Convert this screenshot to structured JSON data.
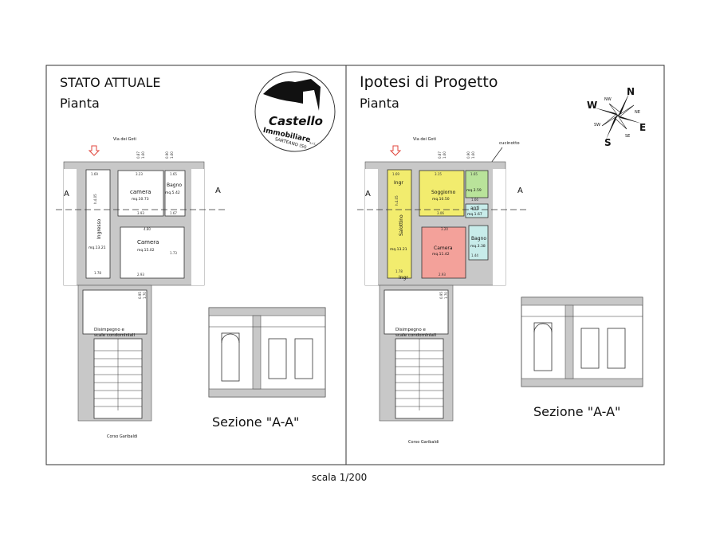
{
  "left_panel": {
    "title": "STATO ATTUALE",
    "subtitle": "Pianta",
    "street_top": "Via dei Goti",
    "street_bottom": "Corso Garibaldi",
    "section_marker": "A",
    "stair_label_1": "Disimpegno e",
    "stair_label_2": "scale condominiali",
    "section_title": "Sezione \"A-A\"",
    "rooms": [
      {
        "name": "Ingresso",
        "area": "mq.13.21",
        "fill": "#ffffff"
      },
      {
        "name": "camera",
        "area": "mq.10.73",
        "fill": "#ffffff"
      },
      {
        "name": "Bagno",
        "area": "mq.5.42",
        "fill": "#ffffff"
      },
      {
        "name": "Camera",
        "area": "mq.15.02",
        "fill": "#ffffff"
      }
    ],
    "window_dims": [
      "0.87",
      "1.60",
      "0.90",
      "1.60",
      "0.95",
      "1.70"
    ],
    "dims": [
      "1.69",
      "3.23",
      "1.65",
      "3.93",
      "1.67",
      "4.80",
      "1.73",
      "1.78",
      "2.93",
      "h.4.05"
    ]
  },
  "right_panel": {
    "title": "Ipotesi di Progetto",
    "subtitle": "Pianta",
    "street_top": "Via dei Goti",
    "street_bottom": "Corso Garibaldi",
    "section_marker": "A",
    "callout": "cucinotto",
    "stair_label_1": "Disimpegno e",
    "stair_label_2": "scale condominiali",
    "section_title": "Sezione \"A-A\"",
    "rooms": [
      {
        "name": "Salottino",
        "area": "mq.13.21",
        "fill": "#f2ec6e"
      },
      {
        "name": "Ingr",
        "area": "",
        "fill": "#f2ec6e"
      },
      {
        "name": "Soggiorno",
        "area": "mq.10.50",
        "fill": "#f2ec6e"
      },
      {
        "name": "",
        "area": "mq.3.59",
        "fill": "#b9e39a"
      },
      {
        "name": "anti",
        "area": "mq.1.67",
        "fill": "#c8ecea"
      },
      {
        "name": "Camera",
        "area": "mq.11.42",
        "fill": "#f3a19a"
      },
      {
        "name": "Bagno",
        "area": "mq.3.38",
        "fill": "#c8ecea"
      }
    ],
    "window_dims": [
      "0.87",
      "1.60",
      "0.90",
      "1.60",
      "0.95",
      "1.70"
    ],
    "dims": [
      "1.69",
      "3.15",
      "1.65",
      "3.06",
      "1.66",
      "3.20",
      "1.44",
      "1.78",
      "2.93",
      "h.4.05"
    ]
  },
  "logo": {
    "line1": "Castello",
    "line2": "Immobiliare",
    "suffix": "s.r.l.",
    "line3": "SARTEANO (SI)"
  },
  "compass": {
    "N": "N",
    "S": "S",
    "E": "E",
    "W": "W",
    "NE": "NE",
    "NW": "NW",
    "SE": "SE",
    "SW": "SW"
  },
  "scale": "scala 1/200",
  "colors": {
    "arrow": "#e0463c",
    "wall": "#c8c8c8"
  }
}
